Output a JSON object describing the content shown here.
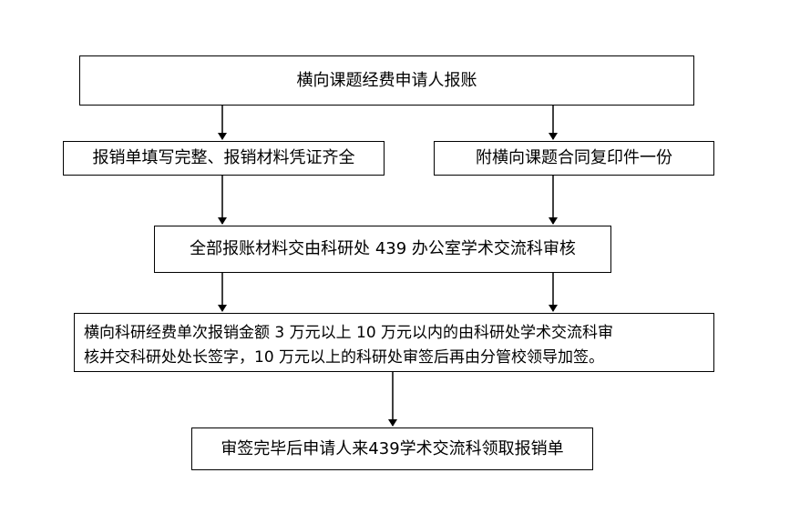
{
  "flowchart": {
    "start": "横向课题经费申请人报账",
    "step_left": "报销单填写完整、报销材料凭证齐全",
    "step_right": "附横向课题合同复印件一份",
    "review": "全部报账材料交由科研处 439 办公室学术交流科审核",
    "approval_line1": "横向科研经费单次报销金额 3 万元以上 10 万元以内的由科研处学术交流科审",
    "approval_line2": "核并交科研处处长签字，10 万元以上的科研处审签后再由分管校领导加签。",
    "end": "审签完毕后申请人来439学术交流科领取报销单"
  }
}
